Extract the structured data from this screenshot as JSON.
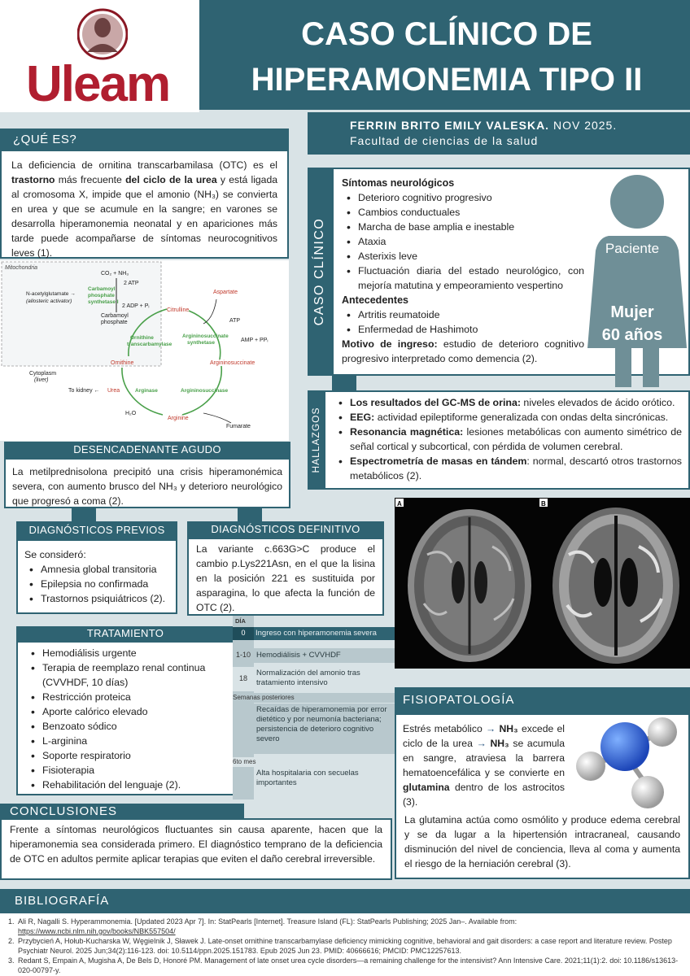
{
  "logo": {
    "text": "Uleam",
    "emblem": "rector-bust-emblem"
  },
  "title": {
    "line1": "CASO CLÍNICO DE",
    "line2": "HIPERAMONEMIA TIPO II"
  },
  "author": {
    "name": "FERRIN BRITO EMILY VALESKA.",
    "date": "NOV 2025.",
    "faculty": "Facultad de ciencias de la salud"
  },
  "que_es": {
    "heading": "¿QUÉ ES?",
    "p1": "La deficiencia de ornitina transcarbamilasa (OTC) es el ",
    "b1": "trastorno",
    "p2": " más frecuente ",
    "b2": "del ciclo de la urea",
    "p3": " y está ligada al cromosoma X, impide que el amonio (NH₃) se convierta en urea y que se acumule en la sangre; en varones se desarrolla hiperamonemia neonatal y en apariciones más tarde puede acompañarse de síntomas neurocognitivos leves (1)."
  },
  "urea_cycle": {
    "mitochondria": "Mitochondria",
    "co2": "CO₂ + NH₃",
    "atp2": "2 ATP",
    "nag1": "N-acetylglutamate →",
    "nag2": "(allosteric activator)",
    "cps1": "Carbamoyl",
    "cps2": "phosphate",
    "cps3": "synthetase I",
    "adp": "2 ADP + Pᵢ",
    "cp1": "Carbamoyl",
    "cp2": "phosphate",
    "citrulline": "Citrulline",
    "aspartate": "Aspartate",
    "atp": "ATP",
    "amp": "AMP + PPᵢ",
    "ass1": "Argininosuccinate",
    "ass2": "synthetase",
    "otc1": "Ornithine",
    "otc2": "transcarbamylase",
    "ornithine": "Ornithine",
    "argsucc": "Argininosuccinate",
    "cyto1": "Cytoplasm",
    "cyto2": "(liver)",
    "kidney": "To kidney ←",
    "urea": "Urea",
    "arginase": "Arginase",
    "asl": "Argininosuccinase",
    "h2o": "H₂O",
    "arginine": "Arginine",
    "fumarate": "Fumarate"
  },
  "caso_clinico": {
    "side_label": "CASO CLÍNICO",
    "neuro_title": "Síntomas neurológicos",
    "neuro": [
      "Deterioro cognitivo progresivo",
      "Cambios conductuales",
      "Marcha de base amplia e inestable",
      "Ataxia",
      "Asterixis leve",
      "Fluctuación diaria del estado neurológico, con mejoría matutina y empeoramiento vespertino"
    ],
    "antecedentes_title": "Antecedentes",
    "antecedentes": [
      "Artritis reumatoide",
      "Enfermedad de Hashimoto"
    ],
    "motivo_label": "Motivo de ingreso:",
    "motivo_text": " estudio de deterioro cognitivo progresivo interpretado como demencia (2)."
  },
  "paciente": {
    "label": "Paciente",
    "sex": "Mujer",
    "age": "60 años"
  },
  "hallazgos": {
    "side_label": "HALLAZGOS",
    "items": [
      {
        "b": "Los resultados del GC-MS de orina:",
        "t": " niveles elevados de ácido orótico."
      },
      {
        "b": "EEG:",
        "t": " actividad epileptiforme generalizada con ondas delta sincrónicas."
      },
      {
        "b": "Resonancia magnética:",
        "t": " lesiones metabólicas con aumento simétrico de señal cortical y subcortical, con pérdida de volumen cerebral."
      },
      {
        "b": "Espectrometría de masas en tándem",
        "t": ": normal, descartó otros trastornos metabólicos (2)."
      }
    ]
  },
  "desencadenante": {
    "heading": "DESENCADENANTE AGUDO",
    "text": "La metilprednisolona precipitó una crisis hiperamonémica severa, con aumento brusco del NH₃ y deterioro neurológico que progresó a coma (2)."
  },
  "dx_previos": {
    "heading": "DIAGNÓSTICOS PREVIOS",
    "intro": "Se consideró:",
    "items": [
      "Amnesia global transitoria",
      "Epilepsia no confirmada",
      "Trastornos psiquiátricos (2)."
    ]
  },
  "dx_definitivo": {
    "heading": "DIAGNÓSTICOS DEFINITIVO",
    "text": "La variante c.663G>C produce el cambio p.Lys221Asn, en el que la lisina en la posición 221 es sustituida por asparagina, lo que afecta la función de OTC (2)."
  },
  "tratamiento": {
    "heading": "TRATAMIENTO",
    "items": [
      "Hemodiálisis urgente",
      "Terapia de reemplazo renal continua (CVVHDF, 10 días)",
      "Restricción proteica",
      "Aporte calórico elevado",
      "Benzoato sódico",
      "L-arginina",
      "Soporte respiratorio",
      "Fisioterapia",
      "Rehabilitación del lenguaje (2)."
    ]
  },
  "timeline": {
    "header": "DÍA",
    "rows": [
      {
        "day": "0",
        "event": "Ingreso con hiperamonemia severa"
      },
      {
        "day": "1-10",
        "event": "Hemodiálisis + CVVHDF"
      },
      {
        "day": "18",
        "event": "Normalización del amonio tras tratamiento intensivo"
      },
      {
        "day": "Semanas posteriores",
        "event": "Recaídas de hiperamonemia por error dietético y por neumonía bacteriana; persistencia de deterioro cognitivo severo"
      },
      {
        "day": "6to mes",
        "event": "Alta hospitalaria con secuelas importantes"
      }
    ]
  },
  "mri": {
    "label_a": "A",
    "label_b": "B"
  },
  "fisiopatologia": {
    "heading": "FISIOPATOLOGÍA",
    "p1a": "Estrés metabólico ",
    "nh3a": "NH₃",
    "p1b": " excede el ciclo de la urea ",
    "nh3b": "NH₃",
    "p1c": " se acumula en sangre, atraviesa la barrera hematoencefálica y se convierte en ",
    "gl": "glutamina",
    "p1d": " dentro de los astrocitos (3).",
    "p2": "La glutamina actúa como osmólito y produce edema cerebral y se da lugar a la hipertensión intracraneal, causando disminución del nivel de conciencia, lleva al coma y aumenta el riesgo de la herniación cerebral (3)."
  },
  "conclusiones": {
    "heading": "CONCLUSIONES",
    "text": "Frente a síntomas neurológicos fluctuantes sin causa aparente, hacen que la hiperamonemia sea considerada primero. El diagnóstico temprano de la deficiencia de OTC en adultos permite aplicar terapias que eviten el daño cerebral irreversible."
  },
  "bibliografia": {
    "heading": "BIBLIOGRAFÍA",
    "refs": [
      {
        "n": "1.",
        "t": "Ali R, Nagalli S. Hyperammonemia. [Updated 2023 Apr 7]. In: StatPearls [Internet]. Treasure Island (FL): StatPearls Publishing; 2025 Jan–. Available from:",
        "link": "https://www.ncbi.nlm.nih.gov/books/NBK557504/"
      },
      {
        "n": "2.",
        "t": "Przybycień A, Hołub-Kucharska W, Węgielnik J, Sławek J. Late-onset ornithine transcarbamylase deficiency mimicking cognitive, behavioral and gait disorders: a case report and literature review. Postep Psychiatr Neurol. 2025 Jun;34(2):116-123. doi: 10.5114/ppn.2025.151783. Epub 2025 Jun 23. PMID: 40666616; PMCID: PMC12257613.",
        "link": ""
      },
      {
        "n": "3.",
        "t": "Redant S, Empain A, Mugisha A, De Bels D, Honoré PM. Management of late onset urea cycle disorders—a remaining challenge for the intensivist? Ann Intensive Care. 2021;11(1):2. doi: 10.1186/s13613-020-00797-y.",
        "link": ""
      }
    ]
  },
  "colors": {
    "primary": "#2f6372",
    "dark": "#1f4d5a",
    "background": "#d9e3e6",
    "logo_red": "#b01e2f",
    "figure_silhouette": "#6f8f97",
    "cycle_green": "#4aa04a"
  }
}
